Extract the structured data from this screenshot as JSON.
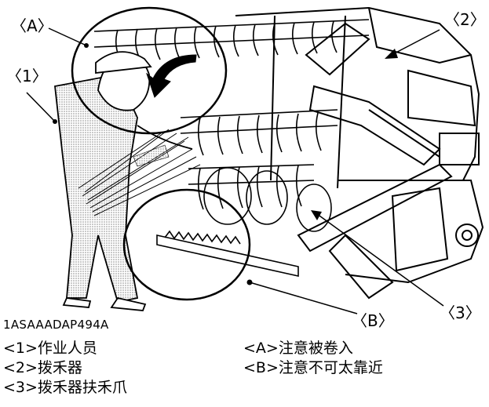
{
  "callouts": {
    "a": "〈A〉",
    "b": "〈B〉",
    "one": "〈1〉",
    "two": "〈2〉",
    "three": "〈3〉"
  },
  "figure_code": "1ASAAADAP494A",
  "legend_left": [
    "<1>作业人员",
    "<2>拨禾器",
    "<3>拨禾器扶禾爪"
  ],
  "legend_right": [
    "<A>注意被卷入",
    "<B>注意不可太靠近"
  ],
  "colors": {
    "line": "#000000",
    "shade": "#9a9a9a",
    "background": "#ffffff"
  }
}
